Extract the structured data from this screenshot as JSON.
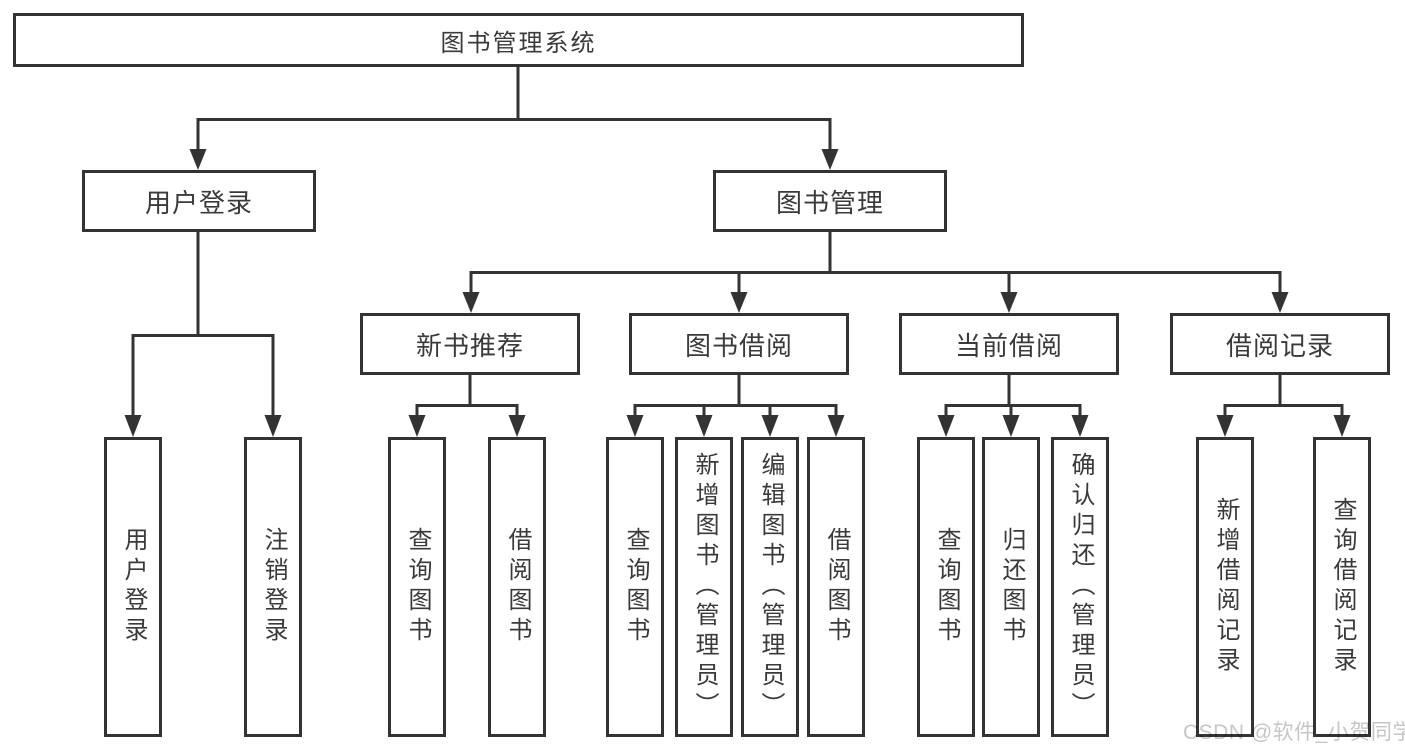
{
  "diagram": {
    "root": {
      "label": "图书管理系统",
      "children": [
        {
          "label": "用户登录",
          "children": [
            {
              "label": "用户登录"
            },
            {
              "label": "注销登录"
            }
          ]
        },
        {
          "label": "图书管理",
          "children": [
            {
              "label": "新书推荐",
              "children": [
                {
                  "label": "查询图书"
                },
                {
                  "label": "借阅图书"
                }
              ]
            },
            {
              "label": "图书借阅",
              "children": [
                {
                  "label": "查询图书"
                },
                {
                  "label": "新增图书（管理员）"
                },
                {
                  "label": "编辑图书（管理员）"
                },
                {
                  "label": "借阅图书"
                }
              ]
            },
            {
              "label": "当前借阅",
              "children": [
                {
                  "label": "查询图书"
                },
                {
                  "label": "归还图书"
                },
                {
                  "label": "确认归还（管理员）"
                }
              ]
            },
            {
              "label": "借阅记录",
              "children": [
                {
                  "label": "新增借阅记录"
                },
                {
                  "label": "查询借阅记录"
                }
              ]
            }
          ]
        }
      ]
    },
    "watermark": "CSDN @软件_小贺同学",
    "colors": {
      "line": "#333333",
      "box_border": "#333333",
      "box_fill": "#ffffff",
      "text": "#3a3a3a",
      "watermark": "#c6c6c6",
      "background": "#ffffff"
    }
  }
}
